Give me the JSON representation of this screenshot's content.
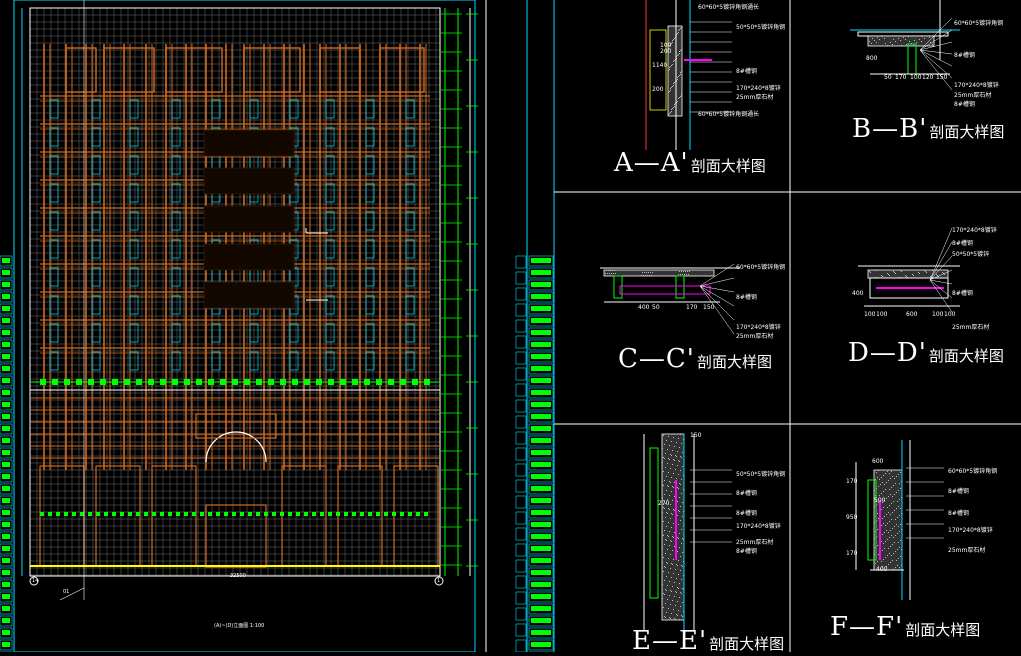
{
  "colors": {
    "background": "#000000",
    "frame": "#00e0ff",
    "orange": "#d2691e",
    "yellow": "#ffff00",
    "green": "#00ff00",
    "white": "#ffffff",
    "magenta": "#ff00ff",
    "red": "#ff3030"
  },
  "elevation": {
    "caption": "(A)~(D)立面图 1:100",
    "bottom_dim": "32500",
    "grid_left": "14",
    "grid_right": "1",
    "grid_bottom_left": "01"
  },
  "sections": [
    {
      "id": "A",
      "title_main": "A—A'",
      "title_sub": "剖面大样图",
      "notes": [
        "60*60*5镀锌角钢通长",
        "50*50*5镀锌角钢",
        "8#槽钢",
        "170*240*8镀锌",
        "25mm厚石材",
        "60*60*5镀锌角钢通长"
      ]
    },
    {
      "id": "B",
      "title_main": "B—B'",
      "title_sub": "剖面大样图",
      "notes": [
        "60*60*5镀锌角钢",
        "8#槽钢",
        "170*240*8镀锌",
        "25mm厚石材",
        "8#槽钢"
      ]
    },
    {
      "id": "C",
      "title_main": "C—C'",
      "title_sub": "剖面大样图",
      "notes": [
        "60*60*5镀锌角钢",
        "8#槽钢",
        "170*240*8镀锌",
        "25mm厚石材"
      ]
    },
    {
      "id": "D",
      "title_main": "D—D'",
      "title_sub": "剖面大样图",
      "notes": [
        "170*240*8镀锌",
        "8#槽钢",
        "50*50*5镀锌",
        "8#槽钢",
        "25mm厚石材"
      ]
    },
    {
      "id": "E",
      "title_main": "E—E'",
      "title_sub": "剖面大样图",
      "notes": [
        "50*50*5镀锌角钢",
        "8#槽钢",
        "8#槽钢",
        "170*240*8镀锌",
        "25mm厚石材",
        "8#槽钢"
      ]
    },
    {
      "id": "F",
      "title_main": "F—F'",
      "title_sub": "剖面大样图",
      "notes": [
        "60*60*5镀锌角钢",
        "8#槽钢",
        "8#槽钢",
        "170*240*8镀锌",
        "25mm厚石材"
      ]
    }
  ],
  "dims": {
    "a": [
      "100",
      "200",
      "1140",
      "200"
    ],
    "b": [
      "800",
      "50",
      "170",
      "100",
      "120",
      "150"
    ],
    "c": [
      "400",
      "50",
      "170",
      "150"
    ],
    "d": [
      "400",
      "100",
      "100",
      "600",
      "100",
      "100"
    ],
    "e": [
      "150",
      "270"
    ],
    "f": [
      "600",
      "170",
      "500",
      "950",
      "170",
      "400"
    ]
  }
}
